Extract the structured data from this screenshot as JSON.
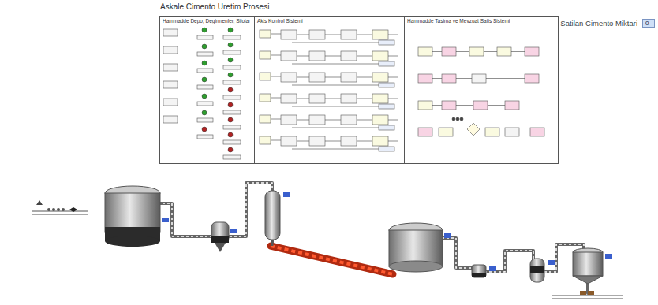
{
  "diagram": {
    "title": "Askale Cimento Uretim Prosesi",
    "nodes": [
      {
        "text": [
          "Hammadde Depo, Degirmenler, Silolar"
        ]
      },
      {
        "text": [
          "Akis Kontrol Sistemi"
        ]
      },
      {
        "text": [
          "Hammadde Tasima ve Mevzuat Satis Sistemi"
        ]
      },
      {
        "text": [
          "Satilan Cimento Miktari",
          "0"
        ]
      }
    ]
  }
}
